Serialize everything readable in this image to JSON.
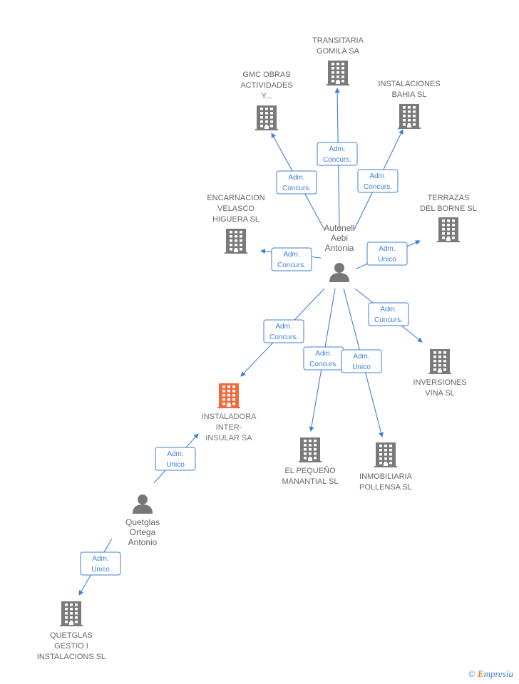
{
  "colors": {
    "company": "#7a7a7a",
    "focus": "#f26a3b",
    "person": "#777777",
    "edge": "#3f7fd6"
  },
  "nodes": [
    {
      "id": "transitaria",
      "type": "company",
      "label": [
        "TRANSITARIA",
        "GOMILA SA"
      ]
    },
    {
      "id": "gmc",
      "type": "company",
      "label": [
        "GMC OBRAS",
        "ACTIVIDADES",
        "Y..."
      ]
    },
    {
      "id": "bahia",
      "type": "company",
      "label": [
        "INSTALACIONES",
        "BAHIA SL"
      ]
    },
    {
      "id": "encarnacion",
      "type": "company",
      "label": [
        "ENCARNACION",
        "VELASCO",
        "HIGUERA SL"
      ]
    },
    {
      "id": "terrazas",
      "type": "company",
      "label": [
        "TERRAZAS",
        "DEL BORNE SL"
      ]
    },
    {
      "id": "autonell",
      "type": "person",
      "label": [
        "Autonell",
        "Aebi",
        "Antonia"
      ]
    },
    {
      "id": "inversiones",
      "type": "company",
      "label": [
        "INVERSIONES",
        "VINA SL"
      ]
    },
    {
      "id": "interinsular",
      "type": "focus",
      "label": [
        "INSTALADORA",
        "INTER-",
        "INSULAR SA"
      ]
    },
    {
      "id": "pequeno",
      "type": "company",
      "label": [
        "EL PEQUEÑO",
        "MANANTIAL SL"
      ]
    },
    {
      "id": "pollensa",
      "type": "company",
      "label": [
        "INMOBILIARIA",
        "POLLENSA SL"
      ]
    },
    {
      "id": "quetglas_p",
      "type": "person",
      "label": [
        "Quetglas",
        "Ortega",
        "Antonio"
      ]
    },
    {
      "id": "quetglas_c",
      "type": "company",
      "label": [
        "QUETGLAS",
        "GESTIO I",
        "INSTALACIONS SL"
      ]
    }
  ],
  "edges": [
    {
      "from": "autonell",
      "to": "transitaria",
      "label": [
        "Adm.",
        "Concurs."
      ]
    },
    {
      "from": "autonell",
      "to": "gmc",
      "label": [
        "Adm.",
        "Concurs."
      ]
    },
    {
      "from": "autonell",
      "to": "bahia",
      "label": [
        "Adm.",
        "Concurs."
      ]
    },
    {
      "from": "autonell",
      "to": "encarnacion",
      "label": [
        "Adm.",
        "Concurs."
      ]
    },
    {
      "from": "autonell",
      "to": "terrazas",
      "label": [
        "Adm.",
        "Unico"
      ]
    },
    {
      "from": "autonell",
      "to": "inversiones",
      "label": [
        "Adm.",
        "Concurs."
      ]
    },
    {
      "from": "autonell",
      "to": "interinsular",
      "label": [
        "Adm.",
        "Concurs."
      ]
    },
    {
      "from": "autonell",
      "to": "pequeno",
      "label": [
        "Adm.",
        "Concurs."
      ]
    },
    {
      "from": "autonell",
      "to": "pollensa",
      "label": [
        "Adm.",
        "Unico"
      ]
    },
    {
      "from": "quetglas_p",
      "to": "interinsular",
      "label": [
        "Adm.",
        "Unico"
      ]
    },
    {
      "from": "quetglas_p",
      "to": "quetglas_c",
      "label": [
        "Adm.",
        "Unico"
      ]
    }
  ],
  "footer": {
    "copyright_symbol": "©",
    "brand_initial": "E",
    "brand_rest": "mpresia"
  }
}
